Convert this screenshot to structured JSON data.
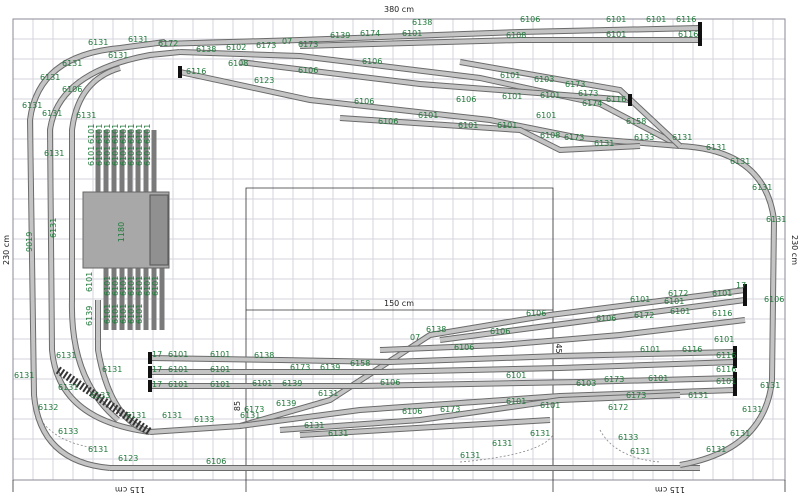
{
  "dimensions": {
    "top": "380 cm",
    "left": "230 cm",
    "right": "230 cm",
    "inner": "150 cm",
    "vertical_small": "145",
    "vertical_small2": "85",
    "bottom_left": "115 cm",
    "bottom_right": "115 cm"
  },
  "turntable": {
    "label": "1180"
  },
  "track_labels": [
    {
      "id": "t01",
      "text": "6138"
    },
    {
      "id": "t02",
      "text": "6106"
    },
    {
      "id": "t03",
      "text": "6101"
    },
    {
      "id": "t04",
      "text": "6101"
    },
    {
      "id": "t05",
      "text": "6116"
    },
    {
      "id": "t06",
      "text": "6108"
    },
    {
      "id": "t07",
      "text": "6101"
    },
    {
      "id": "t08",
      "text": "6116"
    },
    {
      "id": "t09",
      "text": "6131"
    },
    {
      "id": "t10",
      "text": "6131"
    },
    {
      "id": "t11",
      "text": "6172"
    },
    {
      "id": "t12",
      "text": "6138"
    },
    {
      "id": "t13",
      "text": "6102"
    },
    {
      "id": "t14",
      "text": "6173"
    },
    {
      "id": "t15",
      "text": "07"
    },
    {
      "id": "t16",
      "text": "6173"
    },
    {
      "id": "t17",
      "text": "6139"
    },
    {
      "id": "t18",
      "text": "6174"
    },
    {
      "id": "t19",
      "text": "6101"
    },
    {
      "id": "t20",
      "text": "6131"
    },
    {
      "id": "t21",
      "text": "6116"
    },
    {
      "id": "t22",
      "text": "6108"
    },
    {
      "id": "t23",
      "text": "6106"
    },
    {
      "id": "t24",
      "text": "6106"
    },
    {
      "id": "t25",
      "text": "6101"
    },
    {
      "id": "t26",
      "text": "6103"
    },
    {
      "id": "t27",
      "text": "6173"
    },
    {
      "id": "t28",
      "text": "6123"
    },
    {
      "id": "t29",
      "text": "6101"
    },
    {
      "id": "t30",
      "text": "6173"
    },
    {
      "id": "t31",
      "text": "6116"
    },
    {
      "id": "t32",
      "text": "6106"
    },
    {
      "id": "t33",
      "text": "6106"
    },
    {
      "id": "t34",
      "text": "6101"
    },
    {
      "id": "t35",
      "text": "6174"
    },
    {
      "id": "t36",
      "text": "6101"
    },
    {
      "id": "t37",
      "text": "6101"
    },
    {
      "id": "t38",
      "text": "6158"
    },
    {
      "id": "t39",
      "text": "6106"
    },
    {
      "id": "t40",
      "text": "6101"
    },
    {
      "id": "t41",
      "text": "6101"
    },
    {
      "id": "t42",
      "text": "6108"
    },
    {
      "id": "t43",
      "text": "6173"
    },
    {
      "id": "t44",
      "text": "6131"
    },
    {
      "id": "t45",
      "text": "6133"
    },
    {
      "id": "t46",
      "text": "6131"
    },
    {
      "id": "t47",
      "text": "6131"
    },
    {
      "id": "t48",
      "text": "6131"
    },
    {
      "id": "t49",
      "text": "6131"
    },
    {
      "id": "t50",
      "text": "6131"
    },
    {
      "id": "t51",
      "text": "6106"
    },
    {
      "id": "t52",
      "text": "6131"
    },
    {
      "id": "t53",
      "text": "6131"
    },
    {
      "id": "t54",
      "text": "6131"
    },
    {
      "id": "t55",
      "text": "6131"
    },
    {
      "id": "t56",
      "text": "6106"
    },
    {
      "id": "t57",
      "text": "6101"
    },
    {
      "id": "t58",
      "text": "6101"
    },
    {
      "id": "t59",
      "text": "6101"
    },
    {
      "id": "t60",
      "text": "17"
    },
    {
      "id": "t61",
      "text": "6172"
    },
    {
      "id": "t62",
      "text": "6138"
    },
    {
      "id": "t63",
      "text": "07"
    },
    {
      "id": "t64",
      "text": "6106"
    },
    {
      "id": "t65",
      "text": "6106"
    },
    {
      "id": "t66",
      "text": "6106"
    },
    {
      "id": "t67",
      "text": "6172"
    },
    {
      "id": "t68",
      "text": "6101"
    },
    {
      "id": "t69",
      "text": "6116"
    },
    {
      "id": "t70",
      "text": "17"
    },
    {
      "id": "t71",
      "text": "6101"
    },
    {
      "id": "t72",
      "text": "6101"
    },
    {
      "id": "t73",
      "text": "6138"
    },
    {
      "id": "t74",
      "text": "6173"
    },
    {
      "id": "t75",
      "text": "6139"
    },
    {
      "id": "t76",
      "text": "6158"
    },
    {
      "id": "t77",
      "text": "17"
    },
    {
      "id": "t78",
      "text": "6101"
    },
    {
      "id": "t79",
      "text": "6101"
    },
    {
      "id": "t80",
      "text": "6101"
    },
    {
      "id": "t81",
      "text": "6116"
    },
    {
      "id": "t82",
      "text": "6101"
    },
    {
      "id": "t83",
      "text": "6116"
    },
    {
      "id": "t84",
      "text": "17"
    },
    {
      "id": "t85",
      "text": "6101"
    },
    {
      "id": "t86",
      "text": "6101"
    },
    {
      "id": "t87",
      "text": "6101"
    },
    {
      "id": "t88",
      "text": "6139"
    },
    {
      "id": "t89",
      "text": "6106"
    },
    {
      "id": "t90",
      "text": "6101"
    },
    {
      "id": "t91",
      "text": "6103"
    },
    {
      "id": "t92",
      "text": "6173"
    },
    {
      "id": "t93",
      "text": "6101"
    },
    {
      "id": "t94",
      "text": "6116"
    },
    {
      "id": "t95",
      "text": "6101"
    },
    {
      "id": "t96",
      "text": "6106"
    },
    {
      "id": "t97",
      "text": "6101"
    },
    {
      "id": "t98",
      "text": "6101"
    },
    {
      "id": "t99",
      "text": "6173"
    },
    {
      "id": "t100",
      "text": "6131"
    },
    {
      "id": "t101",
      "text": "6131"
    },
    {
      "id": "t102",
      "text": "6133"
    },
    {
      "id": "t103",
      "text": "6131"
    },
    {
      "id": "t104",
      "text": "6139"
    },
    {
      "id": "t105",
      "text": "6131"
    },
    {
      "id": "t106",
      "text": "6131"
    },
    {
      "id": "t107",
      "text": "6131"
    },
    {
      "id": "t108",
      "text": "6173"
    },
    {
      "id": "t109",
      "text": "6173"
    },
    {
      "id": "t110",
      "text": "6172"
    },
    {
      "id": "t111",
      "text": "6131"
    },
    {
      "id": "t112",
      "text": "6131"
    },
    {
      "id": "t113",
      "text": "6133"
    },
    {
      "id": "t114",
      "text": "6131"
    },
    {
      "id": "t115",
      "text": "6131"
    },
    {
      "id": "t116",
      "text": "6106"
    },
    {
      "id": "t117",
      "text": "6123"
    },
    {
      "id": "t118",
      "text": "6131"
    },
    {
      "id": "t119",
      "text": "6133"
    },
    {
      "id": "t120",
      "text": "6132"
    },
    {
      "id": "t121",
      "text": "6131"
    },
    {
      "id": "t122",
      "text": "6133"
    },
    {
      "id": "t123",
      "text": "6131"
    },
    {
      "id": "t124",
      "text": "6131"
    },
    {
      "id": "t125",
      "text": "6131"
    },
    {
      "id": "t126",
      "text": "6131"
    },
    {
      "id": "t127",
      "text": "6131"
    },
    {
      "id": "t128",
      "text": "6106"
    },
    {
      "id": "t129",
      "text": "6131"
    },
    {
      "id": "t130",
      "text": "6131"
    },
    {
      "id": "t131",
      "text": "6131"
    },
    {
      "id": "t132",
      "text": "9019"
    },
    {
      "id": "t133",
      "text": "6101"
    },
    {
      "id": "t134",
      "text": "6139"
    },
    {
      "id": "t135",
      "text": "6131"
    },
    {
      "id": "t136",
      "text": "6131"
    },
    {
      "id": "t137",
      "text": "6131"
    },
    {
      "id": "t138",
      "text": "6101"
    },
    {
      "id": "t139",
      "text": "6101"
    },
    {
      "id": "t140",
      "text": "6101"
    },
    {
      "id": "t141",
      "text": "6101"
    },
    {
      "id": "t142",
      "text": "6101"
    },
    {
      "id": "t143",
      "text": "6101"
    },
    {
      "id": "t144",
      "text": "6101"
    },
    {
      "id": "t145",
      "text": "6101"
    },
    {
      "id": "t146",
      "text": "6101"
    },
    {
      "id": "t147",
      "text": "6101"
    },
    {
      "id": "t148",
      "text": "6101"
    },
    {
      "id": "t149",
      "text": "6101"
    },
    {
      "id": "t150",
      "text": "6101"
    },
    {
      "id": "t151",
      "text": "6101"
    },
    {
      "id": "t152",
      "text": "6101"
    },
    {
      "id": "t153",
      "text": "6101"
    },
    {
      "id": "t154",
      "text": "6101"
    },
    {
      "id": "t155",
      "text": "6101"
    },
    {
      "id": "t156",
      "text": "6101"
    },
    {
      "id": "t157",
      "text": "6101"
    },
    {
      "id": "t158",
      "text": "6101"
    },
    {
      "id": "t159",
      "text": "6101"
    },
    {
      "id": "t160",
      "text": "6101"
    },
    {
      "id": "t161",
      "text": "6101"
    },
    {
      "id": "t162",
      "text": "6101"
    },
    {
      "id": "t163",
      "text": "6101"
    },
    {
      "id": "t164",
      "text": "6101"
    },
    {
      "id": "t165",
      "text": "6101"
    }
  ]
}
